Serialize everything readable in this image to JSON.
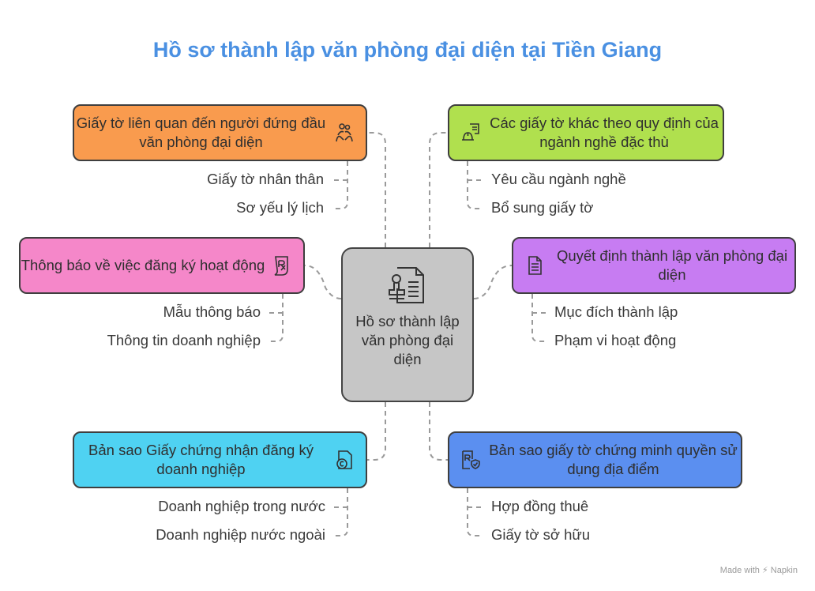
{
  "title": "Hồ sơ thành lập văn phòng đại diện tại Tiền Giang",
  "center": {
    "label": "Hồ sơ thành lập văn phòng đại diện"
  },
  "branches": {
    "top_left": {
      "label": "Giấy tờ liên quan đến người đứng đầu văn phòng đại diện",
      "icon": "people-hands-icon",
      "color": "#f99b4e",
      "subs": [
        "Giấy tờ nhân thân",
        "Sơ yếu lý lịch"
      ]
    },
    "mid_left": {
      "label": "Thông báo về việc đăng ký hoạt động",
      "icon": "prescription-icon",
      "color": "#f587c9",
      "subs": [
        "Mẫu thông báo",
        "Thông tin doanh nghiệp"
      ]
    },
    "bottom_left": {
      "label": "Bản sao Giấy chứng nhận đăng ký doanh nghiệp",
      "icon": "copyright-document-icon",
      "color": "#4fd2f2",
      "subs": [
        "Doanh nghiệp trong nước",
        "Doanh nghiệp nước ngoài"
      ]
    },
    "top_right": {
      "label": "Các giấy tờ khác theo quy định của ngành nghề đặc thù",
      "icon": "hardhat-checklist-icon",
      "color": "#b0e04e",
      "subs": [
        "Yêu cầu ngành nghề",
        "Bổ sung giấy tờ"
      ]
    },
    "mid_right": {
      "label": "Quyết định thành lập văn phòng đại diện",
      "icon": "document-icon",
      "color": "#c77cf2",
      "subs": [
        "Mục đích thành lập",
        "Phạm vi hoạt động"
      ]
    },
    "bottom_right": {
      "label": "Bản sao giấy tờ chứng minh quyền sử dụng địa điểm",
      "icon": "secure-document-icon",
      "color": "#5b8ff0",
      "subs": [
        "Hợp đồng thuê",
        "Giấy tờ sở hữu"
      ]
    }
  },
  "footer": {
    "made_with": "Made with ⚡ Napkin"
  }
}
